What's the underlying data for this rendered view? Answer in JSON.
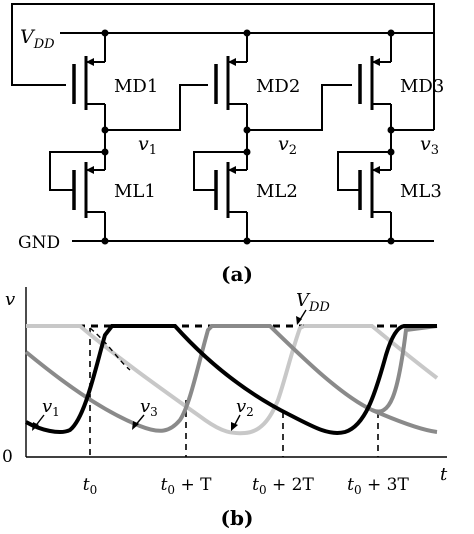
{
  "circuit": {
    "supply_prefix": "V",
    "supply_sub": "DD",
    "ground_label": "GND",
    "drivers": [
      "MD1",
      "MD2",
      "MD3"
    ],
    "loads": [
      "ML1",
      "ML2",
      "ML3"
    ],
    "nodes": [
      {
        "v": "v",
        "sub": "1"
      },
      {
        "v": "v",
        "sub": "2"
      },
      {
        "v": "v",
        "sub": "3"
      }
    ],
    "caption": "(a)"
  },
  "plot": {
    "y_axis_label": "v",
    "x_axis_label": "t",
    "zero_label": "0",
    "vdd_prefix": "V",
    "vdd_sub": "DD",
    "curve_labels": [
      {
        "v": "v",
        "sub": "1"
      },
      {
        "v": "v",
        "sub": "3"
      },
      {
        "v": "v",
        "sub": "2"
      }
    ],
    "ticks": [
      {
        "base": "t",
        "sub": "0",
        "rest": ""
      },
      {
        "base": "t",
        "sub": "0",
        "rest": " + T"
      },
      {
        "base": "t",
        "sub": "0",
        "rest": " + 2T"
      },
      {
        "base": "t",
        "sub": "0",
        "rest": " + 3T"
      }
    ],
    "caption": "(b)",
    "series_colors": {
      "v1": "#000000",
      "v2": "#c8c8c8",
      "v3": "#8a8a8a"
    }
  }
}
